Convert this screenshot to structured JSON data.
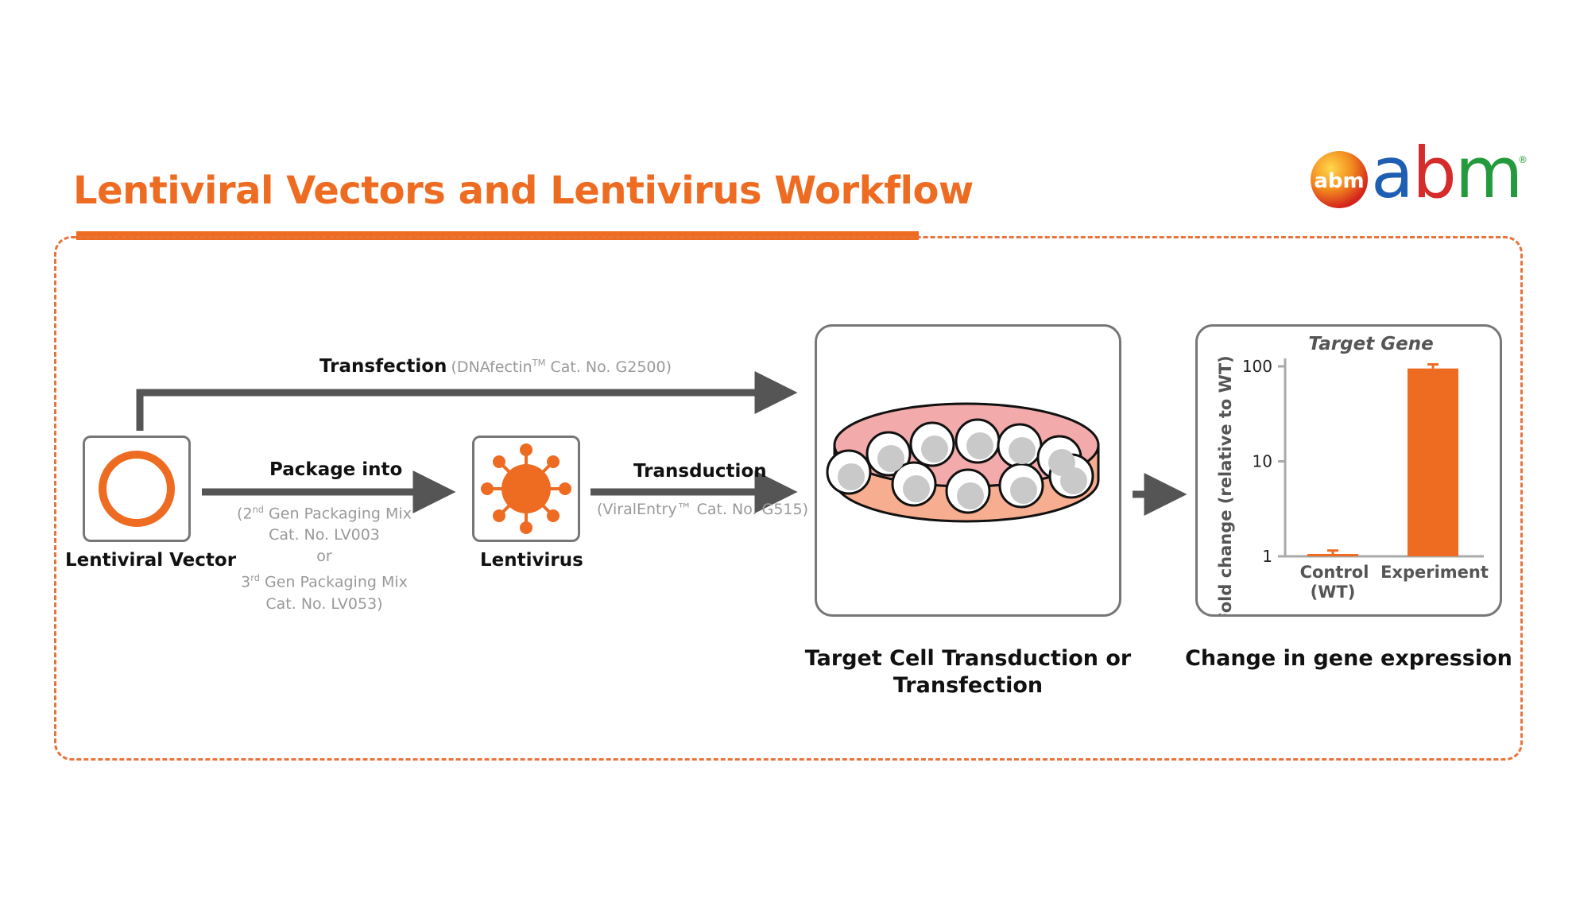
{
  "header": {
    "title": "Lentiviral Vectors and Lentivirus Workflow",
    "logo_badge": "abm",
    "logo_letters": [
      "a",
      "b",
      "m"
    ],
    "logo_registered": "®"
  },
  "colors": {
    "accent": "#ee6b22",
    "arrow_gray": "#555555",
    "box_border": "#777777",
    "logo_blue": "#1f5fb3",
    "logo_red": "#d52b2b",
    "logo_green": "#239a3b"
  },
  "workflow": {
    "transfection": {
      "label": "Transfection",
      "note_prefix": "(DNAfectin",
      "note_tm": "TM",
      "note_suffix": " Cat. No. G2500)"
    },
    "vector": {
      "label": "Lentiviral Vector",
      "icon": "plasmid-ring-icon"
    },
    "package": {
      "label": "Package into",
      "note_line1_a": "(2",
      "note_line1_sup": "nd",
      "note_line1_b": " Gen Packaging Mix",
      "note_line2": "Cat. No. LV003",
      "note_line3": "or",
      "note_line4_a": "3",
      "note_line4_sup": "rd",
      "note_line4_b": " Gen Packaging Mix",
      "note_line5": "Cat. No. LV053)"
    },
    "lentivirus": {
      "label": "Lentivirus",
      "icon": "virus-icon"
    },
    "transduction": {
      "label": "Transduction",
      "note": "(ViralEntry™ Cat. No. G515)"
    },
    "target_cell": {
      "label": "Target Cell Transduction or Transfection",
      "icon": "petri-dish-cells-icon"
    },
    "expression": {
      "label": "Change in gene expression"
    }
  },
  "chart_data": {
    "type": "bar",
    "title": "Target Gene",
    "ylabel": "Fold change (relative to WT)",
    "yscale": "log",
    "ylim": [
      1,
      100
    ],
    "yticks": [
      "1",
      "10",
      "100"
    ],
    "categories": [
      "Control (WT)",
      "Experiment"
    ],
    "category_lines": [
      [
        "Control",
        "(WT)"
      ],
      [
        "Experiment"
      ]
    ],
    "values": [
      1.05,
      95
    ],
    "error": [
      0.1,
      10
    ],
    "bar_color": "#ee6b22"
  }
}
